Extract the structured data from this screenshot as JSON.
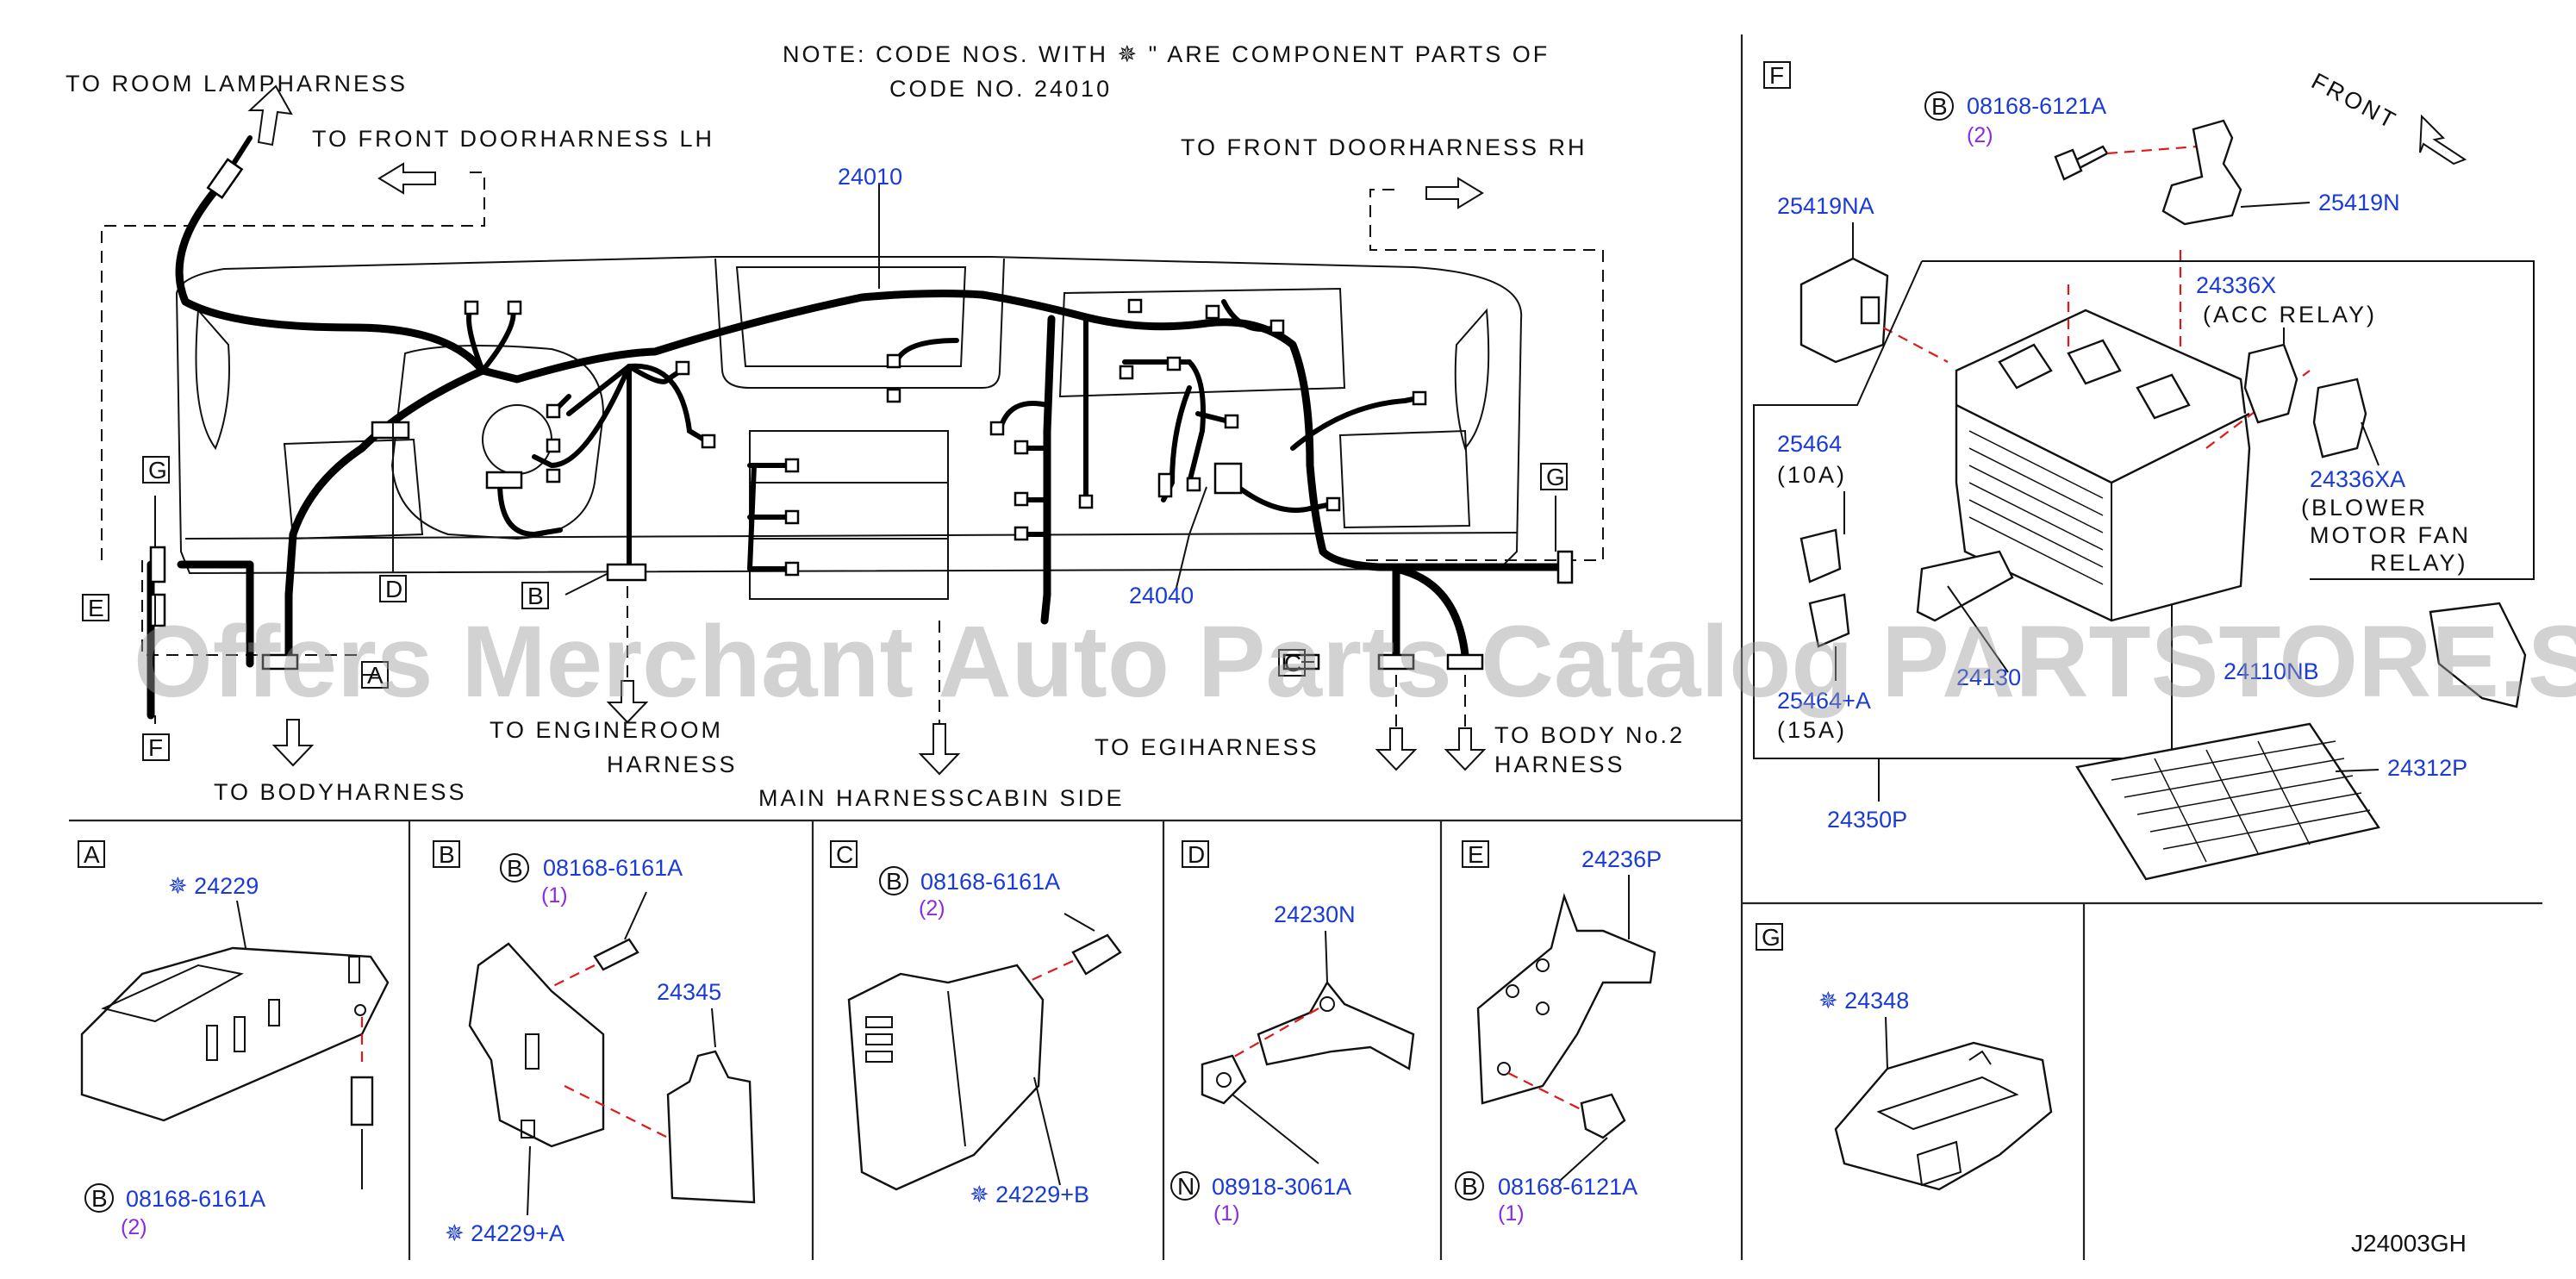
{
  "note": {
    "line1": "NOTE: CODE NOS. WITH ✵ \" ARE COMPONENT PARTS OF",
    "line2": "CODE NO. 24010"
  },
  "main": {
    "to_room_lamp": "TO ROOM LAMPHARNESS",
    "to_front_door_lh": "TO FRONT DOORHARNESS LH",
    "to_front_door_rh": "TO FRONT DOORHARNESS RH",
    "to_engineroom": "TO ENGINEROOM",
    "harness_1": "HARNESS",
    "to_body": "TO BODYHARNESS",
    "main_cabin": "MAIN HARNESSCABIN SIDE",
    "to_egi": "TO EGIHARNESS",
    "to_body_no2": "TO BODY No.2",
    "harness_2": "HARNESS",
    "pn_24010": "24010",
    "pn_24040": "24040",
    "callouts": {
      "g1": "G",
      "e": "E",
      "f": "F",
      "a": "A",
      "d": "D",
      "b": "B",
      "c": "C",
      "g2": "G"
    }
  },
  "panel_f": {
    "title": "F",
    "front": "FRONT",
    "bolt_circle": "B",
    "bolt_pn": "08168-6121A",
    "bolt_qty": "(2)",
    "pn_25419N": "25419N",
    "pn_25419NA": "25419NA",
    "pn_24336X": "24336X",
    "acc_relay": "(ACC RELAY)",
    "pn_24336XA": "24336XA",
    "blower_1": "(BLOWER",
    "blower_2": "MOTOR FAN",
    "blower_3": "RELAY)",
    "pn_25464": "25464",
    "amp_10": "(10A)",
    "pn_25464A": "25464+A",
    "amp_15": "(15A)",
    "pn_24130": "24130",
    "pn_24110NB": "24110NB",
    "pn_24350P": "24350P",
    "pn_24312P": "24312P"
  },
  "panel_a": {
    "title": "A",
    "star_pn": "✵ 24229",
    "bolt_circle": "B",
    "bolt_pn": "08168-6161A",
    "bolt_qty": "(2)"
  },
  "panel_b": {
    "title": "B",
    "bolt_circle": "B",
    "bolt_pn": "08168-6161A",
    "bolt_qty": "(1)",
    "pn_24345": "24345",
    "star_pn": "✵ 24229+A"
  },
  "panel_c": {
    "title": "C",
    "bolt_circle": "B",
    "bolt_pn": "08168-6161A",
    "bolt_qty": "(2)",
    "star_pn": "✵ 24229+B"
  },
  "panel_d": {
    "title": "D",
    "pn_24230N": "24230N",
    "nut_circle": "N",
    "nut_pn": "08918-3061A",
    "nut_qty": "(1)"
  },
  "panel_e": {
    "title": "E",
    "pn_24236P": "24236P",
    "bolt_circle": "B",
    "bolt_pn": "08168-6121A",
    "bolt_qty": "(1)"
  },
  "panel_g": {
    "title": "G",
    "star_pn": "✵ 24348"
  },
  "diagram_code": "J24003GH",
  "watermark": "Offers Merchant Auto Parts Catalog PARTSTORE.SA",
  "colors": {
    "part_number": "#1a3bd6",
    "quantity": "#8a2be2",
    "dashed_leader": "#e01818"
  }
}
